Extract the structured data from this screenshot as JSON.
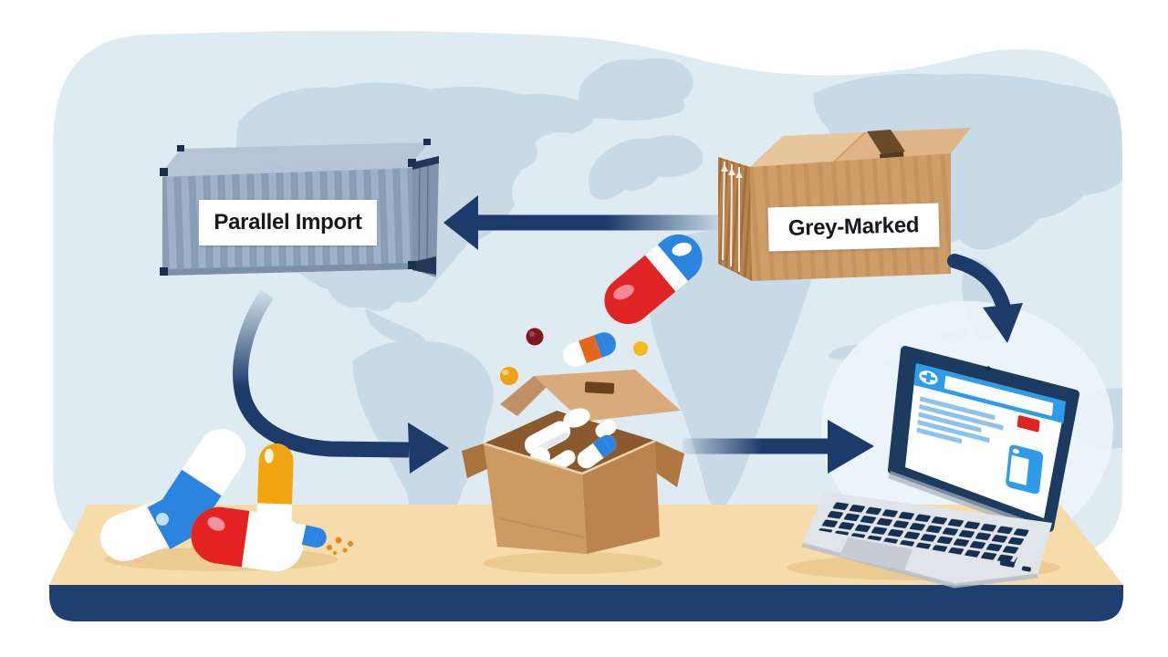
{
  "illustration": {
    "left_unit": {
      "object": "shipping-container",
      "label": "Parallel Import"
    },
    "right_unit": {
      "object": "cardboard-carton",
      "label": "Grey-Marked"
    },
    "scene_objects": [
      "world-map",
      "shipping-container",
      "cardboard-carton",
      "falling-pills",
      "open-pill-box",
      "capsules-on-table",
      "laptop-pharmacy-site",
      "flow-arrows",
      "table"
    ],
    "icons": {
      "browser_badge": "pharmacy-badge-icon"
    },
    "palette": {
      "canvas": "#ffffff",
      "map_panel": "#deebf3",
      "map_land": "#c8dae5",
      "arrow_navy": "#1c3b6b",
      "table_top": "#f7dcab",
      "table_front": "#1e3f70",
      "container_blue_grey": "#9fb1c8",
      "cardboard_tan": "#cf9d68",
      "browser_blue": "#2f9ce9",
      "pill_red": "#e12727",
      "pill_blue": "#2b85e0",
      "pill_yellow": "#f0a50f",
      "pill_orange": "#e8661c",
      "label_plate": "#ffffff",
      "label_text": "#17181c"
    }
  }
}
